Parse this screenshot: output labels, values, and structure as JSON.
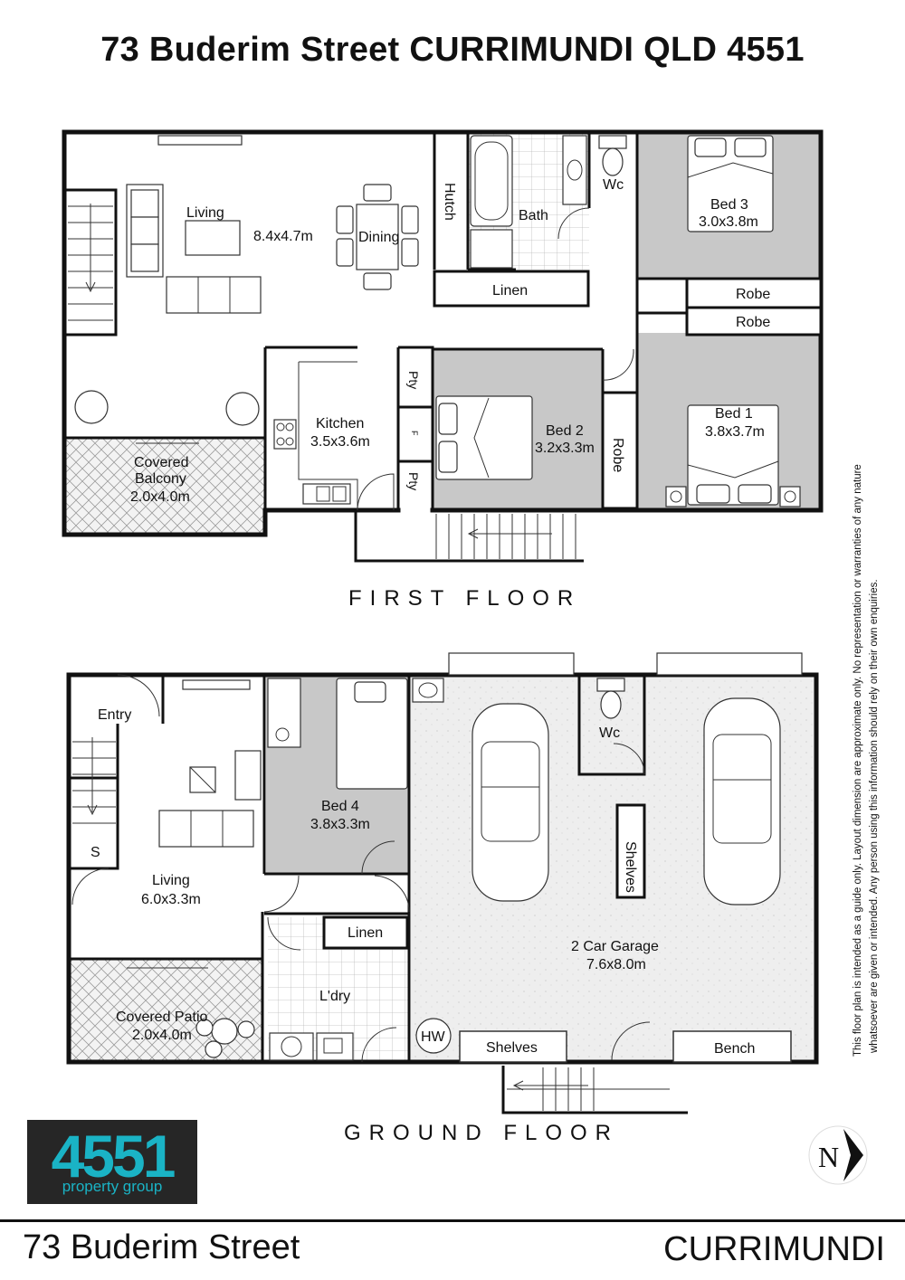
{
  "title": "73 Buderim Street CURRIMUNDI QLD 4551",
  "first_floor": {
    "label": "FIRST FLOOR",
    "rooms": {
      "living": "Living",
      "living_size": "8.4x4.7m",
      "dining": "Dining",
      "hutch": "Hutch",
      "bath": "Bath",
      "wc": "Wc",
      "bed3": "Bed 3",
      "bed3_size": "3.0x3.8m",
      "linen": "Linen",
      "robe_a": "Robe",
      "robe_b": "Robe",
      "kitchen": "Kitchen",
      "kitchen_size": "3.5x3.6m",
      "pty_a": "Pty",
      "fridge": "F",
      "pty_b": "Pty",
      "bed2": "Bed 2",
      "bed2_size": "3.2x3.3m",
      "robe_c": "Robe",
      "bed1": "Bed 1",
      "bed1_size": "3.8x3.7m",
      "balcony_a": "Covered",
      "balcony_b": "Balcony",
      "balcony_size": "2.0x4.0m"
    }
  },
  "ground_floor": {
    "label": "GROUND FLOOR",
    "rooms": {
      "entry": "Entry",
      "store": "S",
      "living": "Living",
      "living_size": "6.0x3.3m",
      "bed4": "Bed 4",
      "bed4_size": "3.8x3.3m",
      "wc": "Wc",
      "shelves_v": "Shelves",
      "garage": "2 Car Garage",
      "garage_size": "7.6x8.0m",
      "linen": "Linen",
      "laundry": "L'dry",
      "patio": "Covered Patio",
      "patio_size": "2.0x4.0m",
      "hw": "HW",
      "shelves": "Shelves",
      "bench": "Bench"
    }
  },
  "disclaimer": {
    "line1": "This floor plan is intended as a guide only. Layout dimension are approximate only. No representation or warranties of any nature",
    "line2": "whatsoever are given or intended. Any person using this information should rely on their own enquiries."
  },
  "compass": "N",
  "logo": {
    "number": "4551",
    "subtitle": "property group",
    "bg_color": "#262626",
    "accent_color": "#1ab3c5"
  },
  "footer": {
    "left": "73 Buderim Street",
    "right": "CURRIMUNDI"
  },
  "colors": {
    "bedroom_fill": "#c8c8c8",
    "garage_fill": "#eeeeee"
  }
}
